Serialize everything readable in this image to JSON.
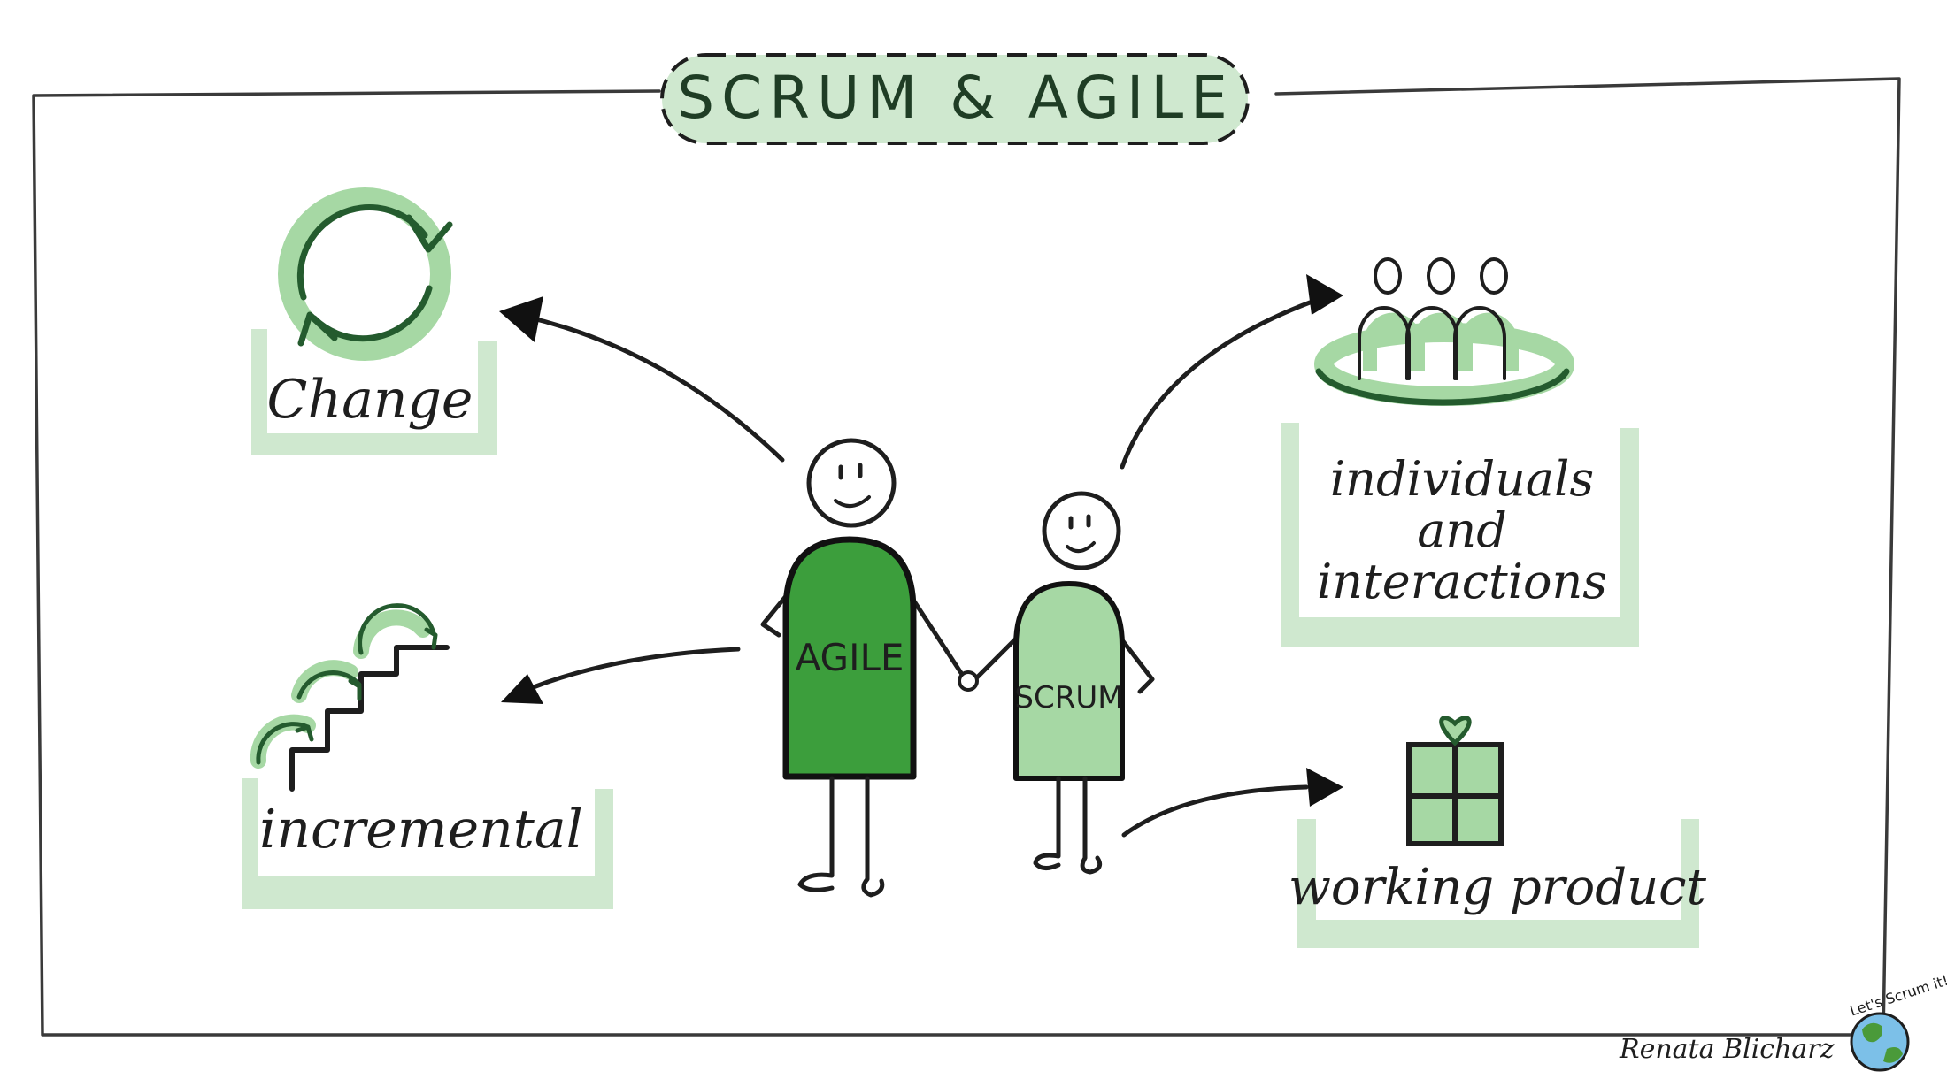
{
  "title": "SCRUM & AGILE",
  "figures": {
    "big": {
      "shirt_label": "AGILE"
    },
    "small": {
      "shirt_label": "SCRUM"
    }
  },
  "concepts": {
    "change": "Change",
    "incremental": "incremental",
    "individuals": [
      "individuals",
      "and",
      "interactions"
    ],
    "working_product": "working product"
  },
  "signature": {
    "text": "Renata Blicharz",
    "logo_text": "Let's Scrum it!"
  },
  "colors": {
    "dark_green": "#3c9e3c",
    "light_green": "#a6d8a4",
    "band_green": "#cfe8cf",
    "ink": "#1e1e1e"
  }
}
